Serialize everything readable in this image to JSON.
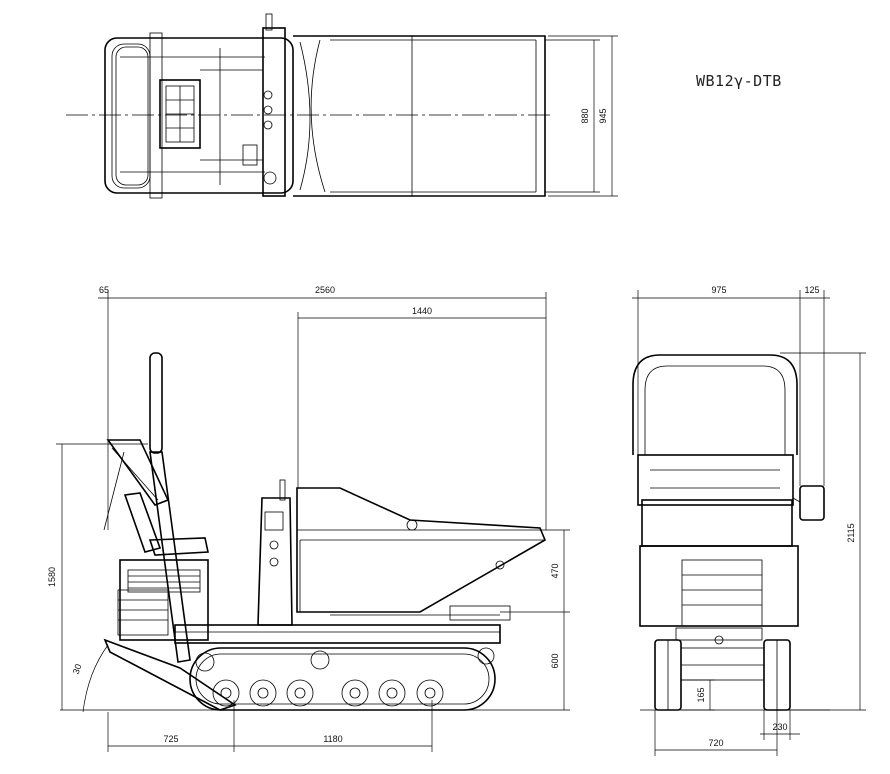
{
  "model": "WB12γ-DTB",
  "dimensions": {
    "top_width_inner": "880",
    "top_width_outer": "945",
    "side_rear_overhang": "65",
    "side_overall_length": "2560",
    "side_bed_length": "1440",
    "side_height_handle": "1580",
    "side_bed_depth": "470",
    "side_bed_height": "600",
    "side_angle": "30",
    "side_rear_to_sprocket": "725",
    "side_track_length": "1180",
    "rear_width": "975",
    "rear_mirror": "125",
    "rear_height": "2115",
    "rear_clearance": "165",
    "rear_track_width": "230",
    "rear_track_gauge": "720"
  }
}
